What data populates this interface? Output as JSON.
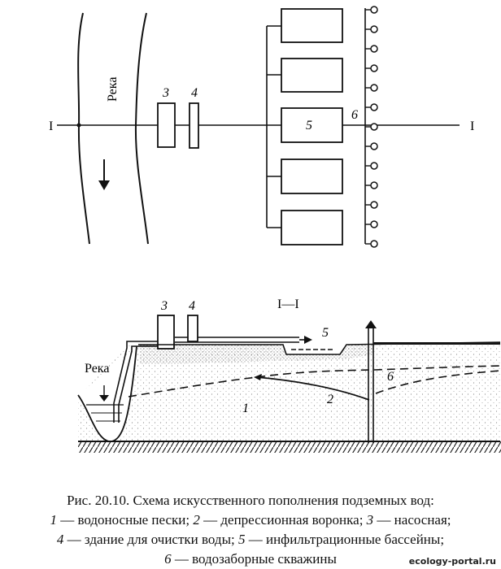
{
  "plan": {
    "section_left": "I",
    "section_right": "I",
    "river_label": "Река",
    "label_3": "3",
    "label_4": "4",
    "label_5": "5",
    "label_6": "6"
  },
  "section": {
    "title": "I—I",
    "river_label": "Река",
    "label_1": "1",
    "label_2": "2",
    "label_3": "3",
    "label_4": "4",
    "label_5": "5",
    "label_6": "6"
  },
  "caption": {
    "line1": "Рис. 20.10. Схема искусственного пополнения подземных вод:",
    "l2_n1": "1",
    "l2_t1": " — водоносные пески; ",
    "l2_n2": "2",
    "l2_t2": " — депрессионная воронка; ",
    "l2_n3": "3",
    "l2_t3": " — насосная;",
    "l3_n4": "4",
    "l3_t4": " — здание для очистки воды; ",
    "l3_n5": "5",
    "l3_t5": " — инфильтрационные бассейны;",
    "l4_n6": "6",
    "l4_t6": " — водозаборные скважины"
  },
  "watermark": "ecology-portal.ru"
}
